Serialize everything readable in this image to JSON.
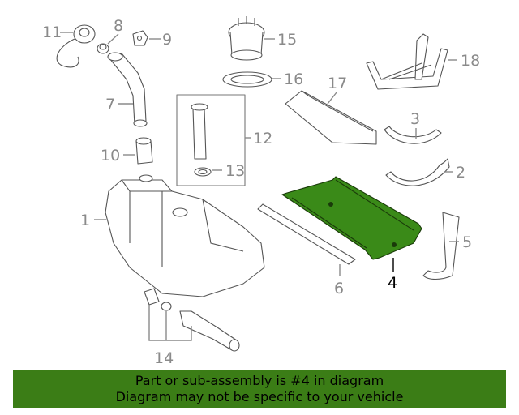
{
  "diagram": {
    "highlighted_part": "4",
    "callouts": {
      "c1": "1",
      "c2": "2",
      "c3": "3",
      "c4": "4",
      "c5": "5",
      "c6": "6",
      "c7": "7",
      "c8": "8",
      "c9": "9",
      "c10": "10",
      "c11": "11",
      "c12": "12",
      "c13": "13",
      "c14": "14",
      "c15": "15",
      "c16": "16",
      "c17": "17",
      "c18": "18"
    }
  },
  "banner": {
    "line1": "Part or sub-assembly is #4 in diagram",
    "line2": "Diagram may not be specific to your vehicle"
  },
  "colors": {
    "highlight": "#3a8a18",
    "banner": "#3b7d16",
    "callout": "#8a8a8a"
  }
}
